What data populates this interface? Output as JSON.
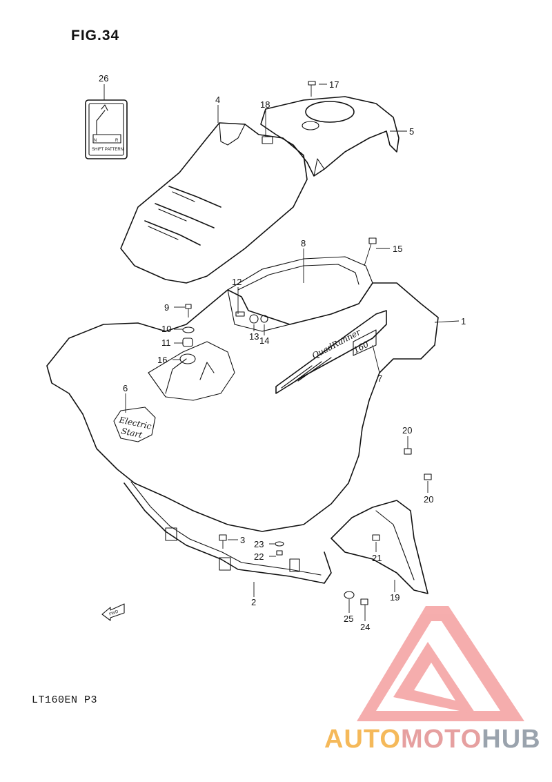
{
  "figure_title": "FIG.34",
  "model_code": "LT160EN P3",
  "shift_pattern_label": "SHIFT PATTERN",
  "shift_pattern_letters": [
    "N",
    "R"
  ],
  "emblem_quadrunner": "QuadRunner",
  "emblem_model": "160",
  "emblem_electric": "Electric",
  "emblem_start": "Start",
  "fwd_label": "FWD",
  "callouts": {
    "c1": "1",
    "c2": "2",
    "c3": "3",
    "c4": "4",
    "c5": "5",
    "c6": "6",
    "c7": "7",
    "c8": "8",
    "c9": "9",
    "c10": "10",
    "c11": "11",
    "c12": "12",
    "c13": "13",
    "c14": "14",
    "c15": "15",
    "c16": "16",
    "c17": "17",
    "c18": "18",
    "c19": "19",
    "c20a": "20",
    "c20b": "20",
    "c21": "21",
    "c22": "22",
    "c23": "23",
    "c24": "24",
    "c25": "25",
    "c26": "26"
  },
  "watermark": {
    "part1": "AUTO",
    "part2": "MOTO",
    "part3": "HUB",
    "colors": {
      "auto": "#f5b95a",
      "moto": "#e6a0a0",
      "hub": "#9aa3ad",
      "triangle": "#ee6b6b"
    }
  }
}
